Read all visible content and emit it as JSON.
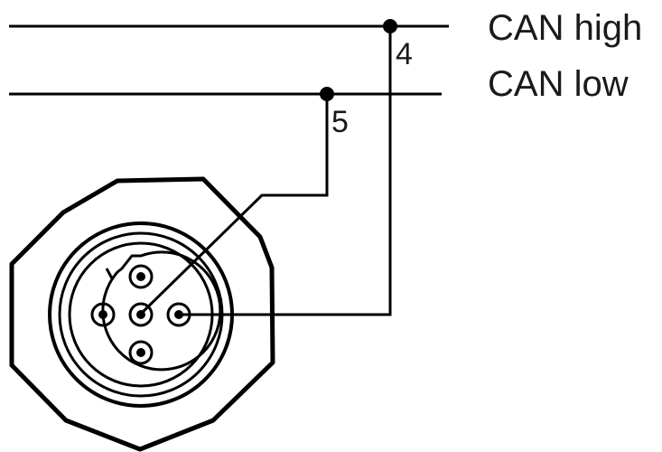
{
  "signals": {
    "can_high": "CAN high",
    "can_low": "CAN low"
  },
  "pins": {
    "can_high_pin": "4",
    "can_low_pin": "5"
  },
  "colors": {
    "stroke": "#000000",
    "text": "#1a1a1a",
    "background": "#ffffff"
  }
}
